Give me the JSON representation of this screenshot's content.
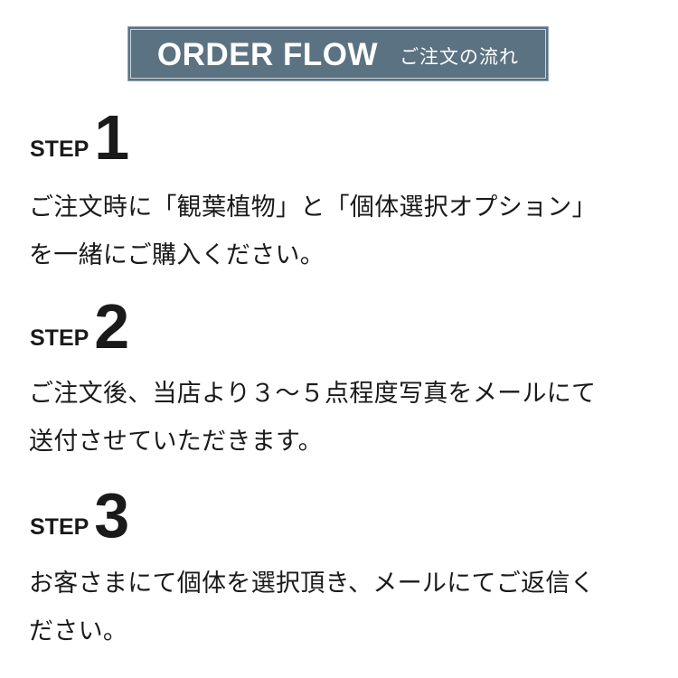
{
  "header": {
    "title": "ORDER FLOW",
    "subtitle": "ご注文の流れ",
    "background_color": "#5b7282"
  },
  "steps": [
    {
      "label": "STEP",
      "number": "1",
      "lines": [
        "ご注文時に「観葉植物」と「個体選択オプション」",
        "を一緒にご購入ください。"
      ]
    },
    {
      "label": "STEP",
      "number": "2",
      "lines": [
        "ご注文後、当店より３～５点程度写真をメールにて",
        "送付させていただきます。"
      ]
    },
    {
      "label": "STEP",
      "number": "3",
      "lines": [
        "お客さまにて個体を選択頂き、メールにてご返信く",
        "ださい。"
      ]
    }
  ]
}
